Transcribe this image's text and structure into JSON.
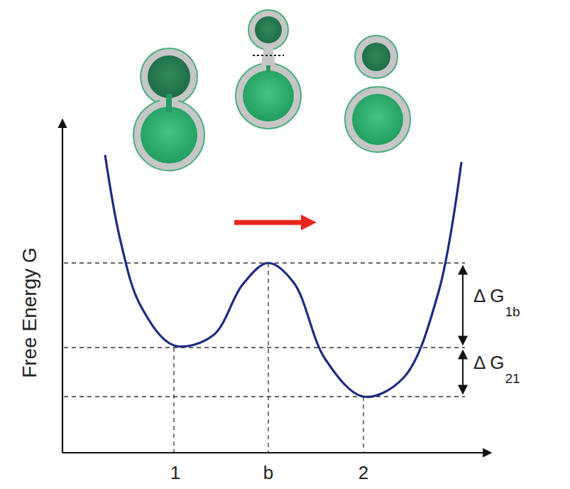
{
  "diagram": {
    "labels": [
      "Free Energy G",
      "1",
      "b",
      "2",
      "Δ G",
      "1b",
      "Δ G",
      "21"
    ]
  }
}
